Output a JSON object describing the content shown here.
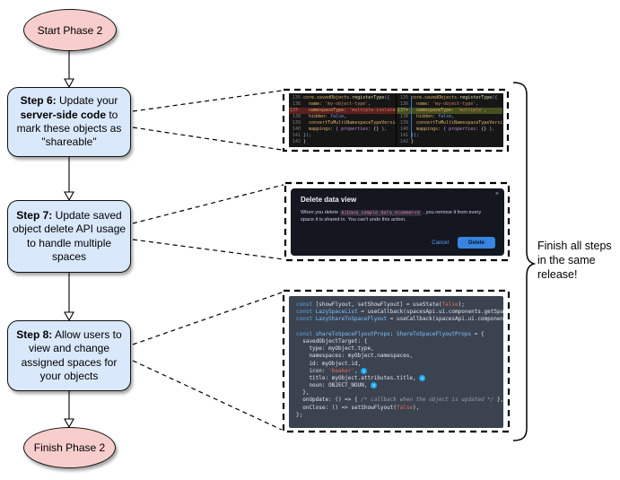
{
  "flowchart": {
    "start": {
      "label": "Start Phase 2"
    },
    "finish": {
      "label": "Finish Phase 2"
    },
    "colors": {
      "terminal_fill": "#f8cecc",
      "step_fill": "#dae8fc",
      "connector": "#000000"
    },
    "steps": [
      {
        "segments": [
          {
            "t": "Step 6:",
            "b": true
          },
          {
            "t": " Update your ",
            "b": false
          },
          {
            "t": "server-side code",
            "b": true
          },
          {
            "t": " to mark these objects as \"shareable\"",
            "b": false
          }
        ]
      },
      {
        "segments": [
          {
            "t": "Step 7:",
            "b": true
          },
          {
            "t": " Update saved object delete API usage to handle multiple spaces",
            "b": false
          }
        ]
      },
      {
        "segments": [
          {
            "t": "Step 8:",
            "b": true
          },
          {
            "t": " Allow users to view and change assigned spaces for your objects",
            "b": false
          }
        ]
      }
    ]
  },
  "annotation": {
    "text": "Finish all steps\nin the same\nrelease!"
  },
  "diff_screenshot": {
    "panels": [
      {
        "side": "old",
        "lines": [
          {
            "num": "135",
            "cls": "",
            "segs": [
              [
                "core.savedObjects.",
                "id"
              ],
              [
                "registerType",
                "fn"
              ],
              [
                "({",
                "pu"
              ]
            ]
          },
          {
            "num": "136",
            "cls": "",
            "segs": [
              [
                "  name: ",
                "key"
              ],
              [
                "'my-object-type'",
                "str"
              ],
              [
                ",",
                "pu"
              ]
            ]
          },
          {
            "num": "137-",
            "cls": "removed",
            "segs": [
              [
                "  namespaceType: ",
                "key"
              ],
              [
                "'multiple-isolated'",
                "str"
              ],
              [
                ",",
                "pu"
              ]
            ]
          },
          {
            "num": "138",
            "cls": "",
            "segs": [
              [
                "  hidden: ",
                "key"
              ],
              [
                "false",
                "kw"
              ],
              [
                ",",
                "pu"
              ]
            ]
          },
          {
            "num": "139",
            "cls": "",
            "segs": [
              [
                "  convertToMultiNamespaceTypeVersion: ",
                "key"
              ],
              [
                "'",
                "str"
              ]
            ]
          },
          {
            "num": "140",
            "cls": "",
            "segs": [
              [
                "  mappings: ",
                "key"
              ],
              [
                "{ properties: ",
                "pu2"
              ],
              [
                "{}",
                "br2"
              ],
              [
                " },",
                "pu2"
              ]
            ]
          },
          {
            "num": "141",
            "cls": "",
            "segs": [
              [
                "});",
                "pu"
              ]
            ]
          },
          {
            "num": "142",
            "cls": "",
            "segs": [
              [
                "}",
                "fn"
              ]
            ]
          }
        ]
      },
      {
        "side": "new",
        "lines": [
          {
            "num": "135",
            "cls": "",
            "segs": [
              [
                "core.savedObjects.",
                "id"
              ],
              [
                "registerType",
                "fn"
              ],
              [
                "({",
                "pu"
              ]
            ]
          },
          {
            "num": "136",
            "cls": "",
            "segs": [
              [
                "  name: ",
                "key"
              ],
              [
                "'my-object-type'",
                "str"
              ],
              [
                ",",
                "pu"
              ]
            ]
          },
          {
            "num": "137+",
            "cls": "added",
            "segs": [
              [
                "  namespaceType: ",
                "key"
              ],
              [
                "'multiple'",
                "str"
              ],
              [
                ",",
                "pu"
              ]
            ]
          },
          {
            "num": "138",
            "cls": "",
            "segs": [
              [
                "  hidden: ",
                "key"
              ],
              [
                "false",
                "kw"
              ],
              [
                ",",
                "pu"
              ]
            ]
          },
          {
            "num": "139",
            "cls": "",
            "segs": [
              [
                "  convertToMultiNamespaceTypeVersion: ",
                "key"
              ],
              [
                "'",
                "str"
              ]
            ]
          },
          {
            "num": "140",
            "cls": "",
            "segs": [
              [
                "  mappings: ",
                "key"
              ],
              [
                "{ properties: ",
                "pu2"
              ],
              [
                "{}",
                "br2"
              ],
              [
                " },",
                "pu2"
              ]
            ]
          },
          {
            "num": "141",
            "cls": "",
            "segs": [
              [
                "});",
                "pu"
              ]
            ]
          },
          {
            "num": "142",
            "cls": "",
            "segs": [
              [
                "}",
                "fn"
              ]
            ]
          }
        ]
      }
    ]
  },
  "modal_screenshot": {
    "title": "Delete data view",
    "close_icon": "×",
    "body_pre": "When you delete ",
    "code": "kibana_sample_data_ecommerce",
    "body_post": " , you remove it from every space it is shared in. You can't undo this action.",
    "cancel_label": "Cancel",
    "delete_label": "Delete"
  },
  "code_screenshot": {
    "lines": [
      [
        [
          "const",
          "kw"
        ],
        [
          " [showFlyout, setShowFlyout] = useState(",
          "pl"
        ],
        [
          "false",
          "lit"
        ],
        [
          ");",
          "pl"
        ]
      ],
      [
        [
          "const",
          "kw"
        ],
        [
          " ",
          "pl"
        ],
        [
          "LazySpaceList",
          "var"
        ],
        [
          " = useCallback(spacesApi.ui.components.getSpaceLis",
          "pl"
        ]
      ],
      [
        [
          "const",
          "kw"
        ],
        [
          " ",
          "pl"
        ],
        [
          "LazyShareToSpaceFlyout",
          "var"
        ],
        [
          " = useCallback(spacesApi.ui.components.ge",
          "pl"
        ]
      ],
      [],
      [
        [
          "const",
          "kw"
        ],
        [
          " ",
          "pl"
        ],
        [
          "shareToSpaceFlyoutProps",
          "var"
        ],
        [
          ": ",
          "pl"
        ],
        [
          "ShareToSpaceFlyoutProps",
          "type"
        ],
        [
          " = {",
          "pl"
        ]
      ],
      [
        [
          "  savedObjectTarget: {",
          "pl"
        ]
      ],
      [
        [
          "    type: myObject.type,",
          "pl"
        ]
      ],
      [
        [
          "    namespaces: myObject.namespaces,",
          "pl"
        ]
      ],
      [
        [
          "    id: myObject.id,",
          "pl"
        ]
      ],
      [
        [
          "    icon: ",
          "pl"
        ],
        [
          "'beaker'",
          "str"
        ],
        [
          ", ",
          "pl"
        ],
        [
          "1",
          "badge"
        ]
      ],
      [
        [
          "    title: myObject.attributes.title, ",
          "pl"
        ],
        [
          "2",
          "badge"
        ]
      ],
      [
        [
          "    noun: OBJECT_NOUN, ",
          "pl"
        ],
        [
          "3",
          "badge"
        ]
      ],
      [
        [
          "  },",
          "pl"
        ]
      ],
      [
        [
          "  onUpdate: () => { ",
          "pl"
        ],
        [
          "/* callback when the object is updated */",
          "com"
        ],
        [
          " },",
          "pl"
        ]
      ],
      [
        [
          "  onClose: () => setShowFlyout(",
          "pl"
        ],
        [
          "false",
          "lit"
        ],
        [
          "),",
          "pl"
        ]
      ],
      [
        [
          "};",
          "pl"
        ]
      ]
    ]
  }
}
